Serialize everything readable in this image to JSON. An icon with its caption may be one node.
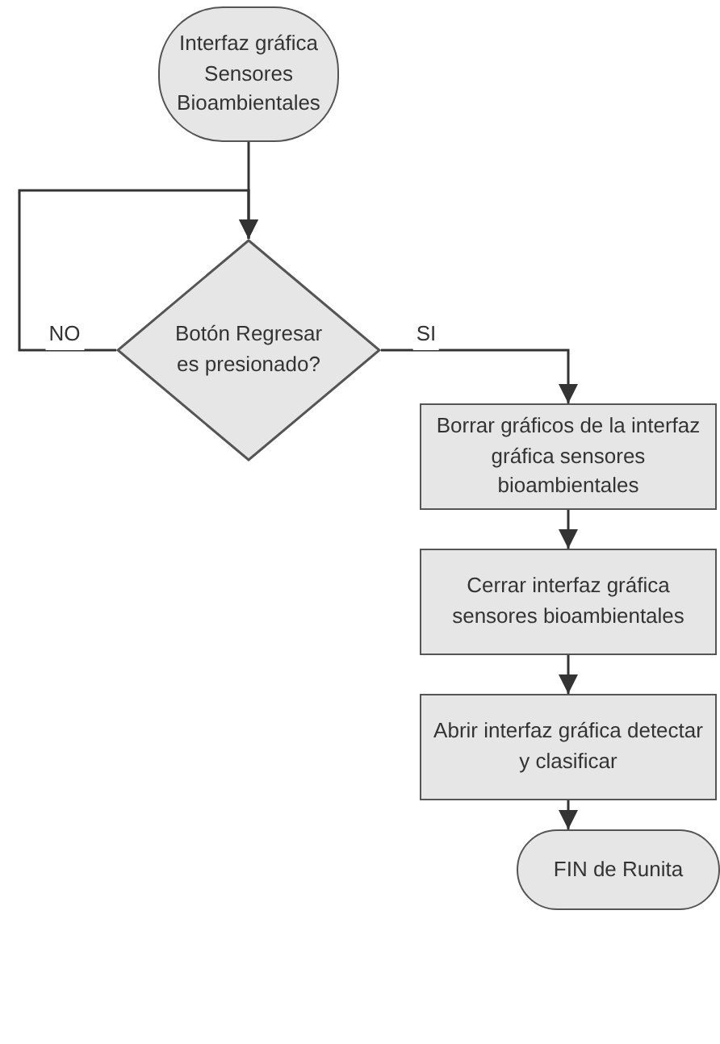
{
  "diagram": {
    "nodes": [
      {
        "text": [
          "Interfaz gráfica Sensores Bioambientales"
        ]
      },
      {
        "text": [
          "Botón Regresar es presionado?"
        ]
      },
      {
        "text": [
          "Borrar gráficos de la interfaz gráfica sensores bioambientales"
        ]
      },
      {
        "text": [
          "Cerrar interfaz gráfica sensores bioambientales"
        ]
      },
      {
        "text": [
          "Abrir interfaz gráfica detectar y clasificar"
        ]
      },
      {
        "text": [
          "FIN de Runita"
        ]
      }
    ],
    "edges": [
      {
        "from": 0,
        "to": 1,
        "arrow": "to"
      },
      {
        "from": 1,
        "to": 1,
        "arrow": "to",
        "label": "NO"
      },
      {
        "from": 1,
        "to": 2,
        "arrow": "to",
        "label": "SI"
      },
      {
        "from": 2,
        "to": 3,
        "arrow": "to"
      },
      {
        "from": 3,
        "to": 4,
        "arrow": "to"
      },
      {
        "from": 4,
        "to": 5,
        "arrow": "to"
      }
    ]
  }
}
